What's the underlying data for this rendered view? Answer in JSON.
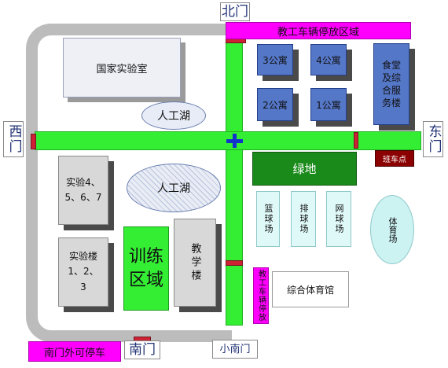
{
  "gates": {
    "north": "北门",
    "west": "西门",
    "east": "东门",
    "south": "南门",
    "small_south": "小南门"
  },
  "parking": {
    "north_zone": "教工车辆停放区域",
    "south_outside": "南门外可停车",
    "east_staff": "教工车辆停放"
  },
  "buildings": {
    "national_lab": "国家实验室",
    "dorm3": "3公寓",
    "dorm4": "4公寓",
    "dorm2": "2公寓",
    "dorm1": "1公寓",
    "canteen": "食堂及综合服务楼",
    "lake_top": "人工湖",
    "lake_bottom": "人工湖",
    "lab_467": "实验4、5、6、7",
    "lab_123": "实验楼 1、2、3",
    "training": "训练区域",
    "teaching": "教学楼",
    "green": "绿地",
    "basketball": "篮球场",
    "volleyball": "排球场",
    "tennis": "网球场",
    "stadium": "体育场",
    "sports_hall": "综合体育馆",
    "shuttle_stop": "班车点"
  },
  "colors": {
    "road": "#33ee33",
    "ring_road": "#bcbcbc",
    "gate": "#cc2233",
    "parking": "#ff00ff",
    "building": "#5577c8",
    "green_space": "#1a8a1a",
    "shuttle": "#8b0000",
    "cross": "#1133cc"
  },
  "icons": {
    "center_marker": "cross-icon"
  }
}
